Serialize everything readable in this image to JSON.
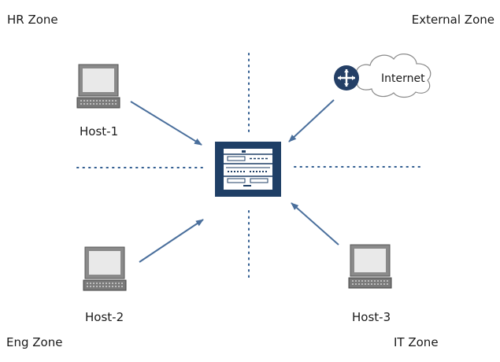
{
  "zones": {
    "hr": "HR Zone",
    "external": "External Zone",
    "eng": "Eng Zone",
    "it": "IT Zone"
  },
  "hosts": {
    "host1": "Host-1",
    "host2": "Host-2",
    "host3": "Host-3"
  },
  "internet": {
    "label": "Internet",
    "icon": "router-cloud-icon"
  },
  "center": {
    "icon": "firewall-device-icon"
  },
  "colors": {
    "arrow": "#4a6f9c",
    "dots": "#2f5b8f",
    "device": "#1f3f66",
    "computer": "#6b6b6b",
    "router": "#243f66"
  }
}
